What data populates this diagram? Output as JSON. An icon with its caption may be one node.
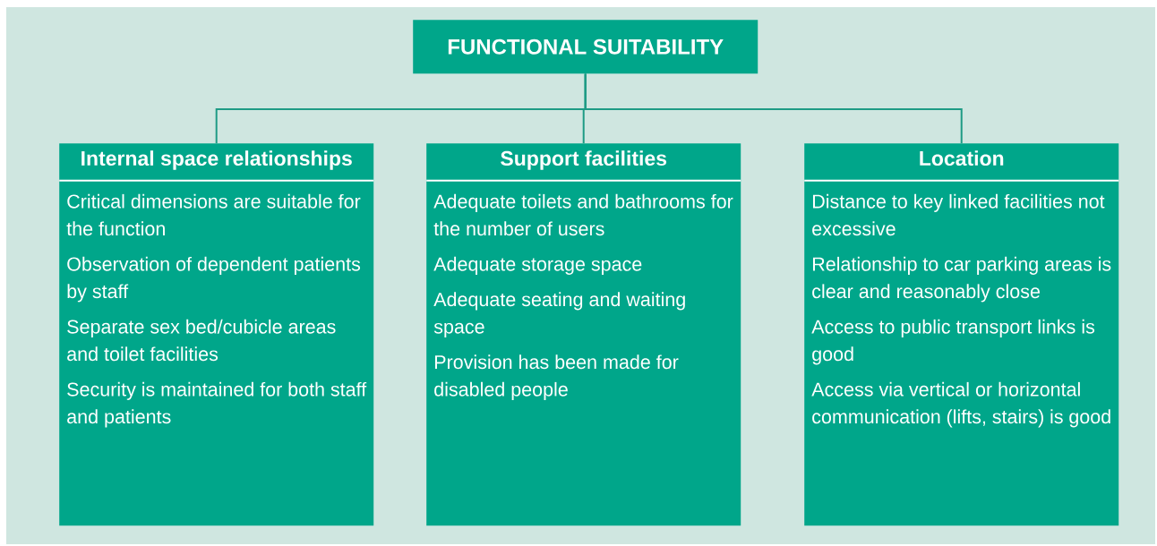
{
  "diagram": {
    "nodes": [
      {
        "text": [
          "FUNCTIONAL SUITABILITY"
        ]
      },
      {
        "text": [
          "Internal space relationships",
          "Critical dimensions are suitable for the function",
          "Observation of dependent patients by staff",
          "Separate sex bed/cubicle areas and toilet facilities",
          "Security is maintained for both staff and patients"
        ]
      },
      {
        "text": [
          "Support facilities",
          "Adequate toilets and bathrooms for the number of users",
          "Adequate storage space",
          "Adequate seating and waiting space",
          "Provision has been made for disabled people"
        ]
      },
      {
        "text": [
          "Location",
          "Distance to key linked facilities not excessive",
          "Relationship to car parking areas is clear and reasonably close",
          "Access to public transport links is good",
          "Access via vertical or horizontal communication (lifts, stairs) is good"
        ]
      }
    ],
    "edges": [
      {
        "from": 0,
        "to": 1,
        "arrow": "none"
      },
      {
        "from": 0,
        "to": 2,
        "arrow": "none"
      },
      {
        "from": 0,
        "to": 3,
        "arrow": "none"
      }
    ]
  }
}
